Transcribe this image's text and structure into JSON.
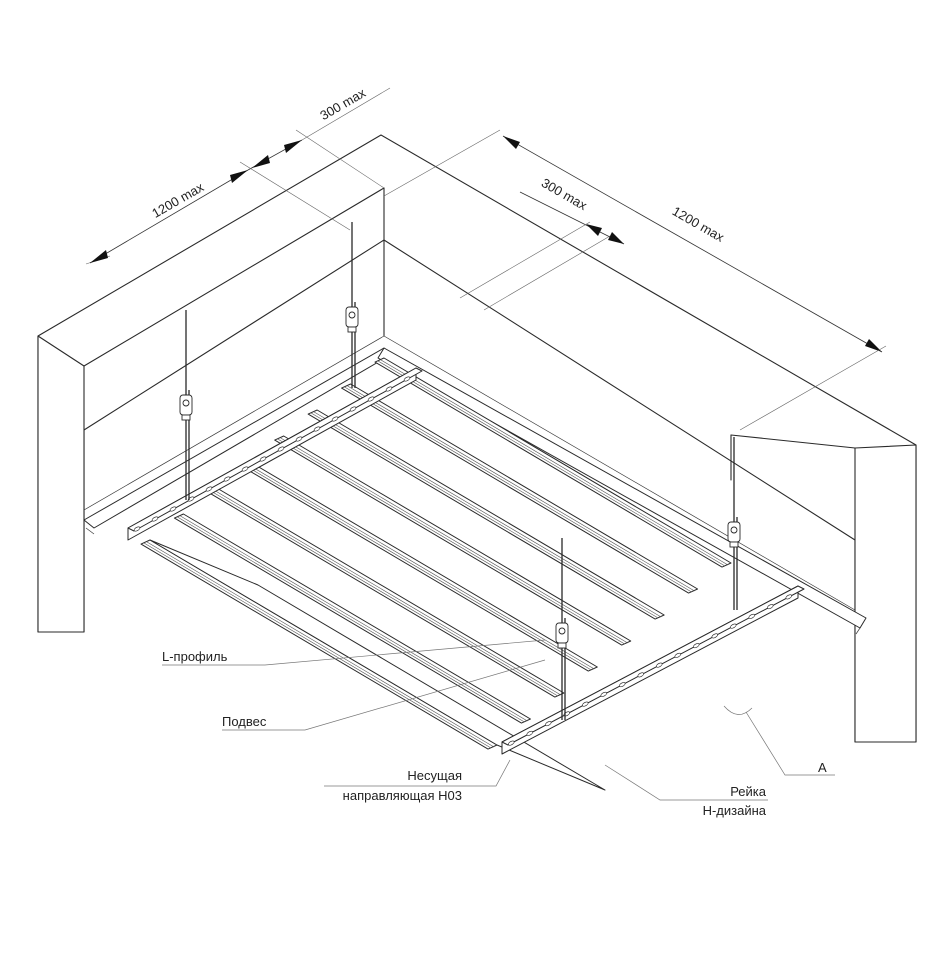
{
  "dimensions": {
    "left_span": "1200 max",
    "left_offset": "300 max",
    "right_offset": "300 max",
    "right_span": "1200 max"
  },
  "labels": {
    "l_profile": "L-профиль",
    "hanger": "Подвес",
    "carrier_line1": "Несущая",
    "carrier_line2": "направляющая Н03",
    "slat_line1": "Рейка",
    "slat_line2": "Н-дизайна",
    "detail": "А"
  },
  "colors": {
    "line": "#2a2a2a",
    "background": "#ffffff"
  }
}
